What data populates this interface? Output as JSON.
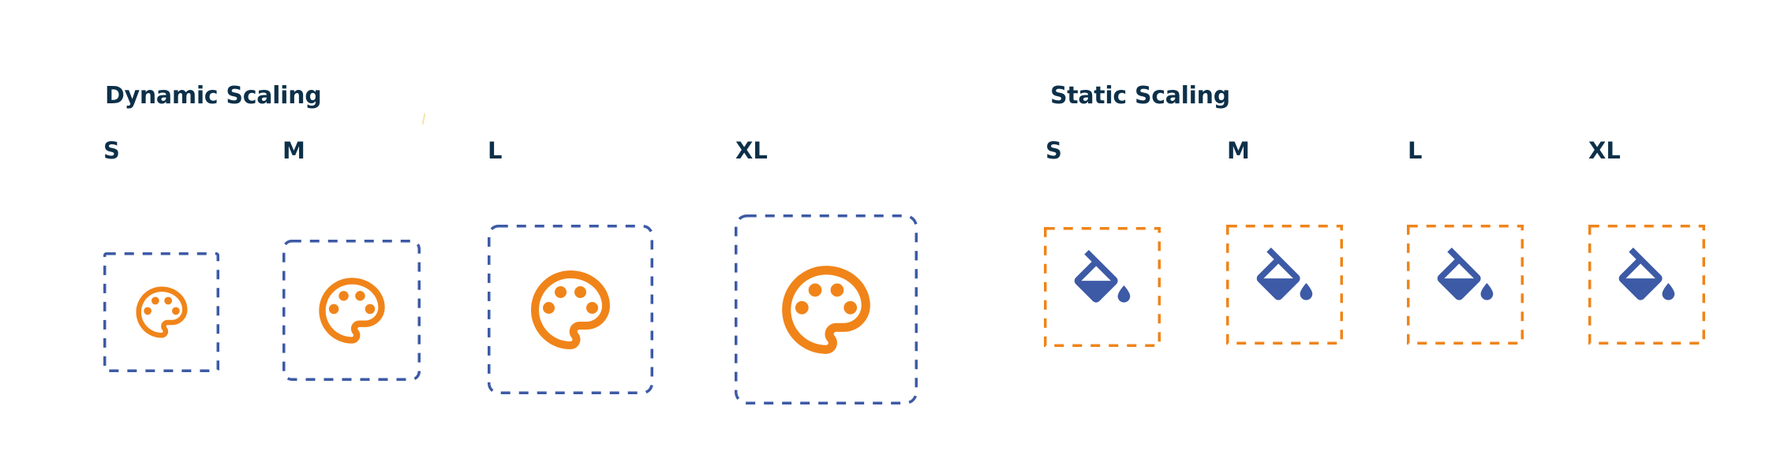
{
  "colors": {
    "text": "#0d3049",
    "orange": "#f08419",
    "blue": "#3d5aa6"
  },
  "dynamic": {
    "title": "Dynamic Scaling",
    "icon": "palette-icon",
    "items": [
      {
        "label": "S"
      },
      {
        "label": "M"
      },
      {
        "label": "L"
      },
      {
        "label": "XL"
      }
    ]
  },
  "static": {
    "title": "Static Scaling",
    "icon": "format-color-fill-icon",
    "items": [
      {
        "label": "S"
      },
      {
        "label": "M"
      },
      {
        "label": "L"
      },
      {
        "label": "XL"
      }
    ]
  }
}
